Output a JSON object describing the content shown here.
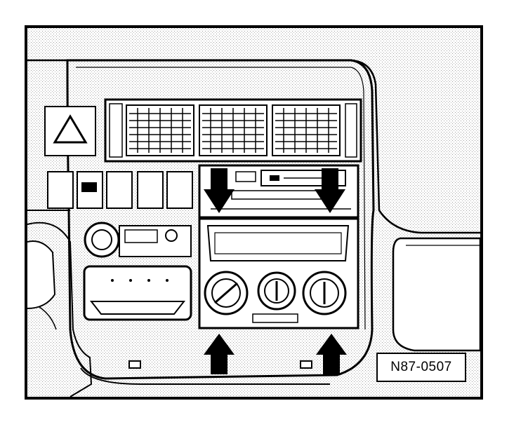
{
  "figure": {
    "reference_code": "N87-0507",
    "hazard_symbol": "warning-triangle-icon",
    "arrows": [
      {
        "direction": "down"
      },
      {
        "direction": "down"
      },
      {
        "direction": "up"
      },
      {
        "direction": "up"
      }
    ]
  },
  "colors": {
    "line": "#000000",
    "background": "#ffffff",
    "shade": "#d8d8d8",
    "arrow": "#000000"
  }
}
